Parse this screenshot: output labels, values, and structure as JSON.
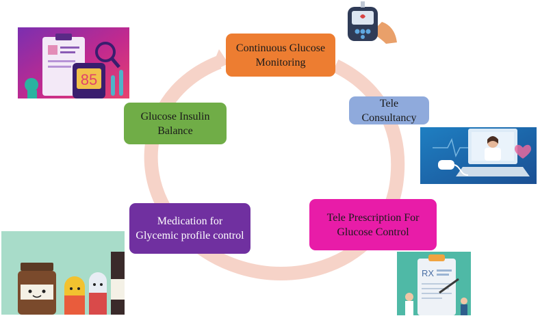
{
  "steps": [
    {
      "line1": "Continuous Glucose",
      "line2": "Monitoring",
      "color": "#ED7D31"
    },
    {
      "line1": "Tele Consultancy",
      "line2": "",
      "color": "#8FAADC"
    },
    {
      "line1": "Tele Prescription For",
      "line2": "Glucose Control",
      "color": "#E81CA8"
    },
    {
      "line1": "Medication for",
      "line2": "Glycemic profile control",
      "color": "#7030A0"
    },
    {
      "line1": "Glucose Insulin",
      "line2": "Balance",
      "color": "#70AD47"
    }
  ],
  "illustrations": {
    "glucometer_reading": "85",
    "prescription_label": "RX"
  },
  "ring_color": "#F6D3C8"
}
